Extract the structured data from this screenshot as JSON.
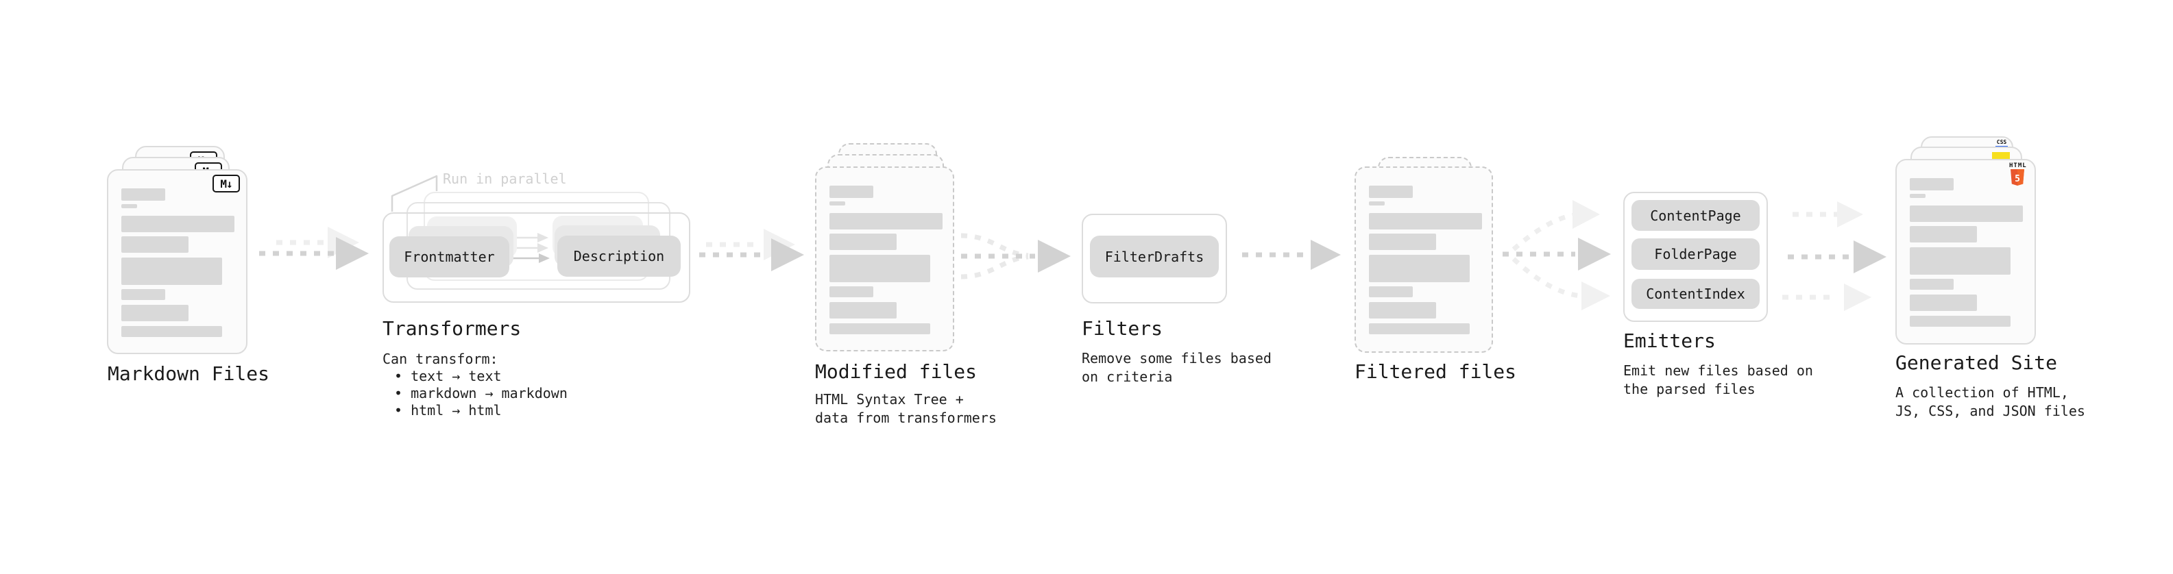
{
  "diagram": {
    "markdown": {
      "title": "Markdown Files",
      "icon_label": "M↓"
    },
    "transformers": {
      "title": "Transformers",
      "annotation": "Run in parallel",
      "pills": [
        "Frontmatter",
        "Description"
      ],
      "desc_heading": "Can transform:",
      "bullets": [
        "• text → text",
        "• markdown → markdown",
        "• html → html"
      ]
    },
    "modified": {
      "title": "Modified files",
      "desc": [
        "HTML Syntax Tree +",
        "data from transformers"
      ]
    },
    "filters": {
      "title": "Filters",
      "pill": "FilterDrafts",
      "desc": [
        "Remove some files based",
        "on criteria"
      ]
    },
    "filtered": {
      "title": "Filtered files"
    },
    "emitters": {
      "title": "Emitters",
      "pills": [
        "ContentPage",
        "FolderPage",
        "ContentIndex"
      ],
      "desc": [
        "Emit new files based on",
        "the parsed files"
      ]
    },
    "generated": {
      "title": "Generated Site",
      "desc": [
        "A collection of HTML,",
        "JS, CSS, and JSON files"
      ],
      "badges": {
        "css": "CSS",
        "html_word": "HTML",
        "html_number": "5"
      }
    }
  },
  "colors": {
    "arrow_main": "#d2d2d2",
    "arrow_light": "#eeeeee",
    "card_border": "#dcdcdc",
    "dashed_border": "#c9c9c9",
    "bar_fill": "#d9d9d9",
    "pill_fill": "#dbdbdb",
    "text": "#1a1a1a",
    "annotation_text": "#d0d0d0",
    "html5_orange": "#e8562d",
    "css_blue": "#2965f1",
    "js_yellow": "#f7df1e"
  }
}
